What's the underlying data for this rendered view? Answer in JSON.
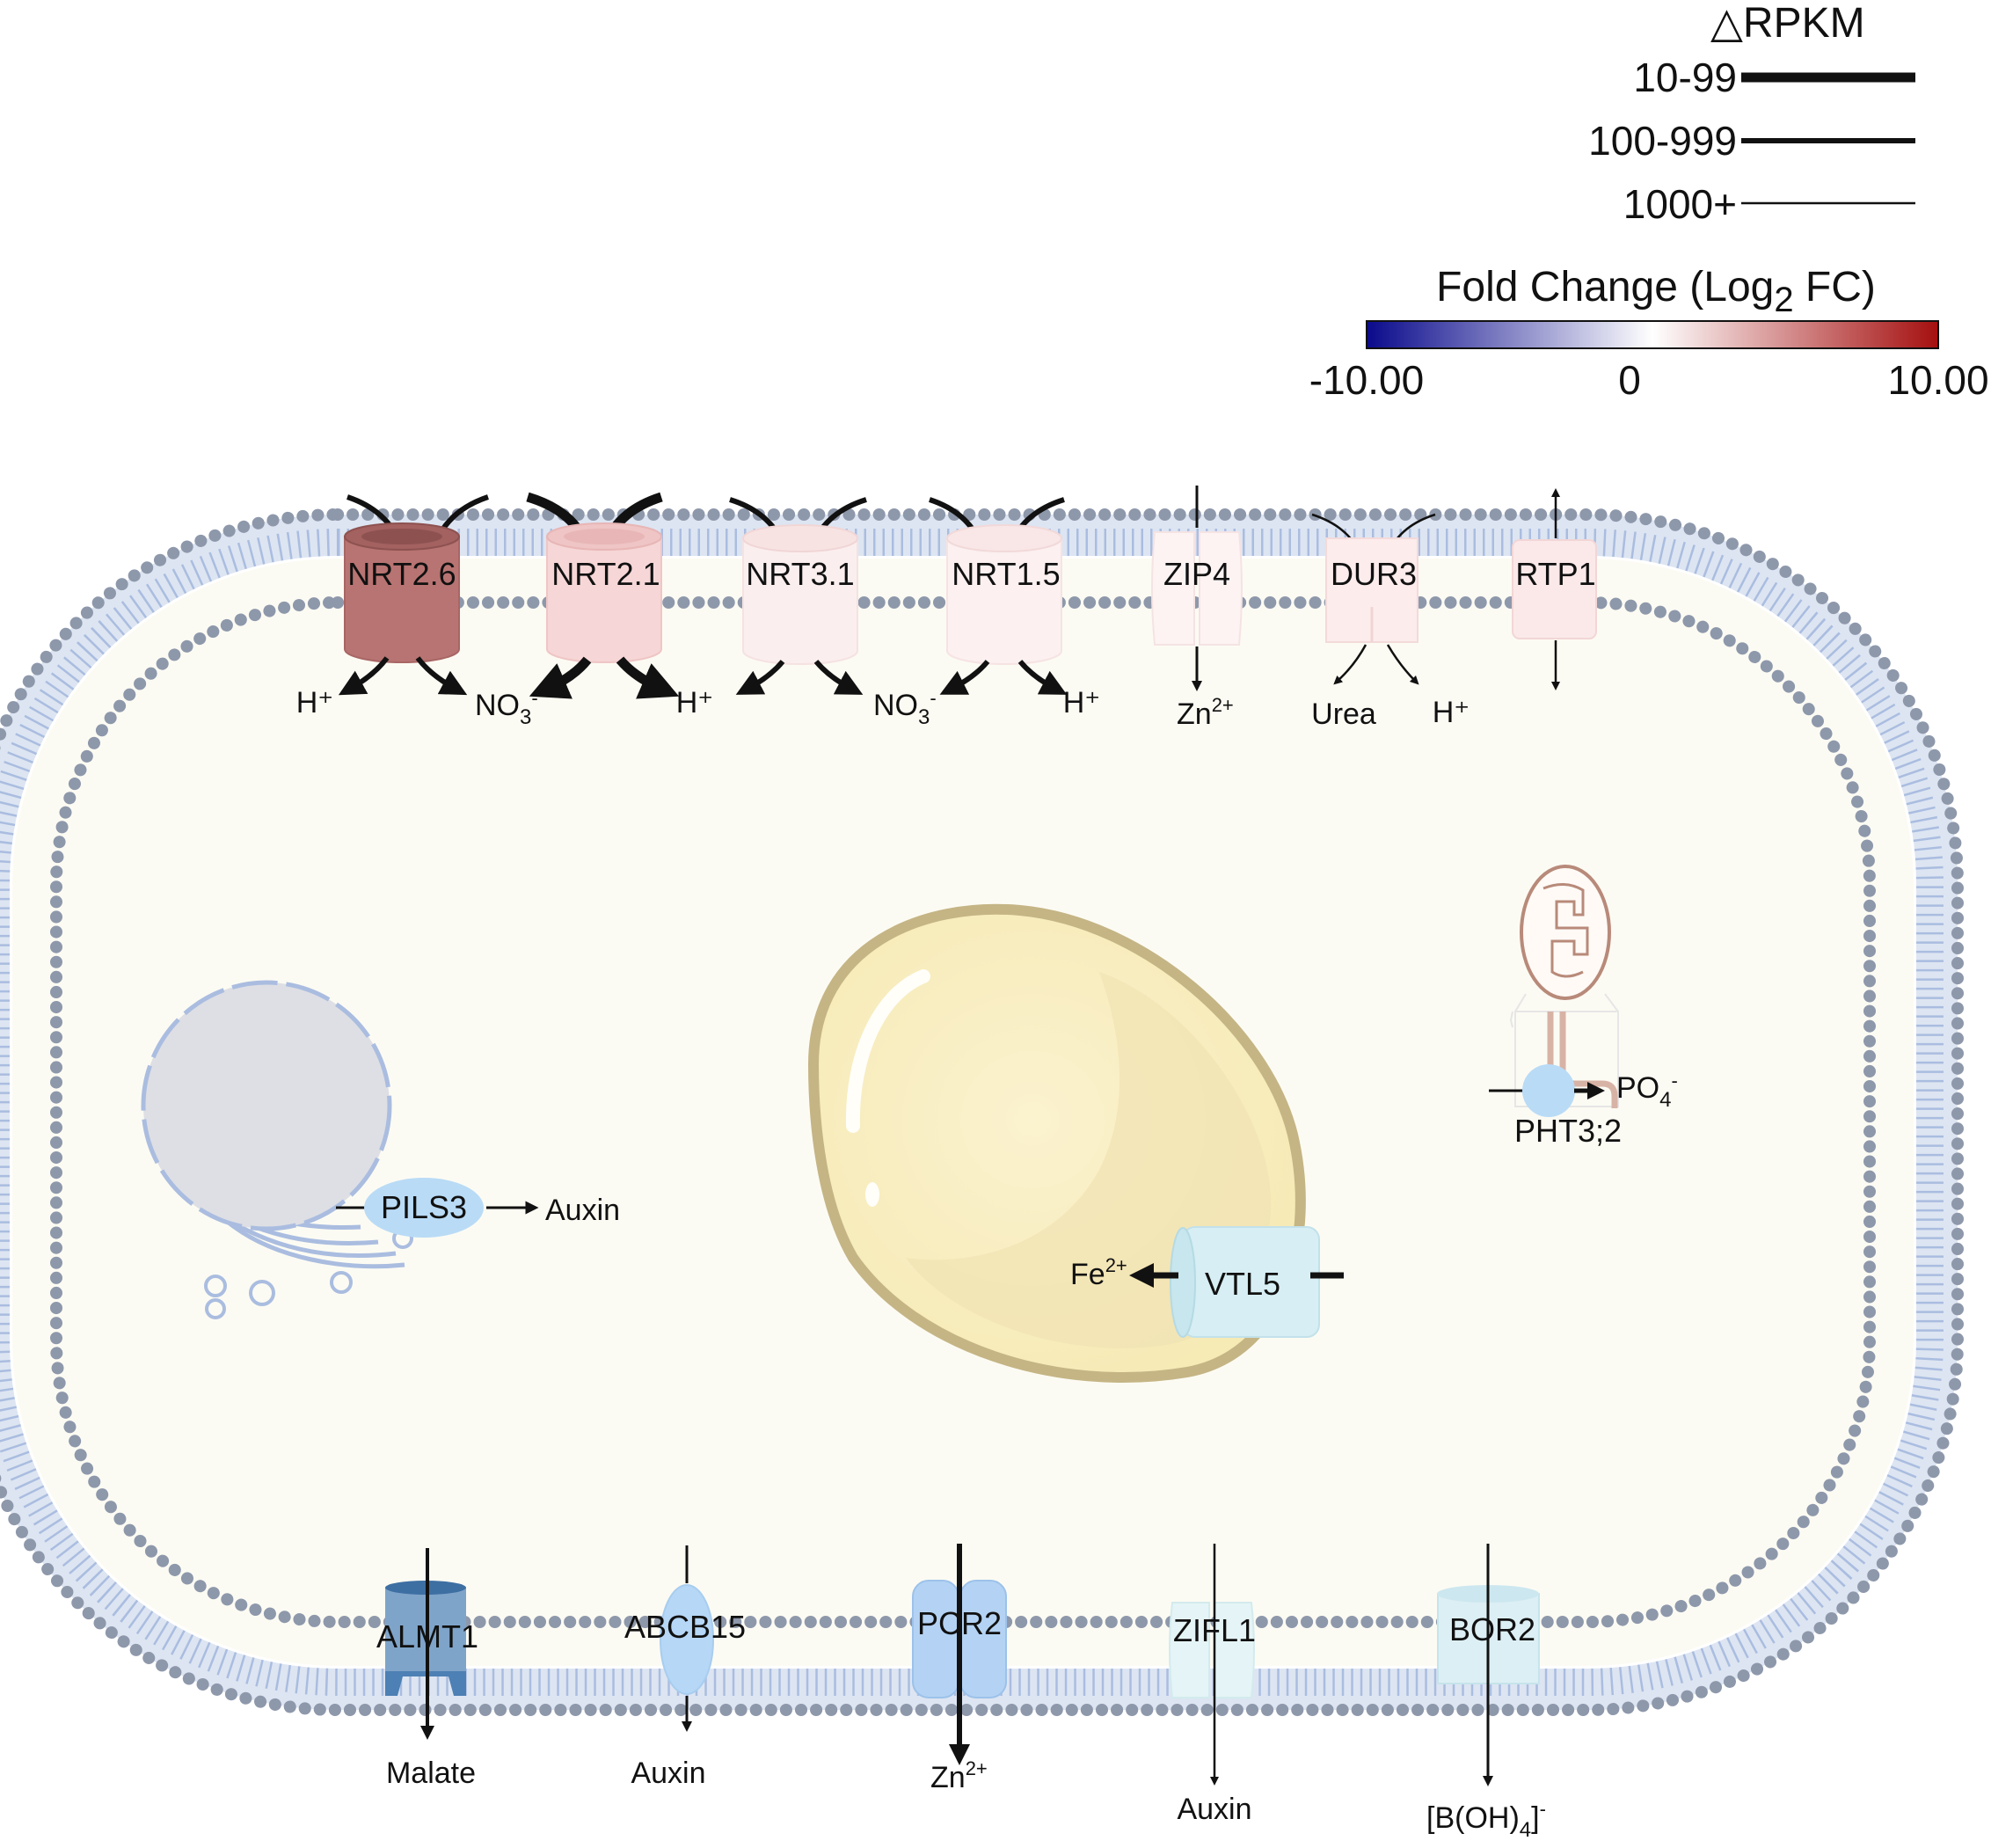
{
  "legend": {
    "rpkm_title": "△RPKM",
    "rpkm_rows": [
      {
        "label": "10-99"
      },
      {
        "label": "100-999"
      },
      {
        "label": "1000+"
      }
    ],
    "fc_title": "Fold Change (Log",
    "fc_sub": "2",
    "fc_tail": " FC)",
    "fc_min": "-10.00",
    "fc_mid": "0",
    "fc_max": "10.00",
    "colors": {
      "low": "#0a0a8c",
      "mid": "#ffffff",
      "high": "#a50f0f"
    }
  },
  "transporters": {
    "nrt26": {
      "label": "NRT2.6",
      "fold_change": 6.5
    },
    "nrt21": {
      "label": "NRT2.1",
      "fold_change": 2.5
    },
    "nrt31": {
      "label": "NRT3.1",
      "fold_change": 1.0
    },
    "nrt15": {
      "label": "NRT1.5",
      "fold_change": 0.8
    },
    "zip4": {
      "label": "ZIP4",
      "fold_change": 0.6
    },
    "dur3": {
      "label": "DUR3",
      "fold_change": 1.0
    },
    "rtp1": {
      "label": "RTP1",
      "fold_change": 1.2
    },
    "pils3": {
      "label": "PILS3",
      "fold_change": -3.0
    },
    "vtl5": {
      "label": "VTL5",
      "fold_change": -1.5
    },
    "pht32": {
      "label": "PHT3;2",
      "fold_change": -3.0
    },
    "almt1": {
      "label": "ALMT1",
      "fold_change": -6.0
    },
    "abcb15": {
      "label": "ABCB15",
      "fold_change": -3.0
    },
    "pcr2": {
      "label": "PCR2",
      "fold_change": -3.5
    },
    "zifl1": {
      "label": "ZIFL1",
      "fold_change": -1.0
    },
    "bor2": {
      "label": "BOR2",
      "fold_change": -1.2
    }
  },
  "ions": {
    "h1": "H⁺",
    "no3_1": "NO",
    "no3_1_sub": "3",
    "no3_1_sup": "-",
    "h2": "H⁺",
    "no3_2": "NO",
    "no3_2_sub": "3",
    "no3_2_sup": "-",
    "h3": "H⁺",
    "zn_top": "Zn",
    "zn_top_sup": "2+",
    "urea": "Urea",
    "h4": "H⁺",
    "auxin_pils": "Auxin",
    "fe": "Fe",
    "fe_sup": "2+",
    "po4": "PO",
    "po4_sub": "4",
    "po4_sup": "-",
    "malate": "Malate",
    "auxin_abcb": "Auxin",
    "zn_bottom": "Zn",
    "zn_bottom_sup": "2+",
    "auxin_zifl": "Auxin",
    "borate": "[B(OH)",
    "borate_sub": "4",
    "borate_tail": "]",
    "borate_sup": "-"
  }
}
